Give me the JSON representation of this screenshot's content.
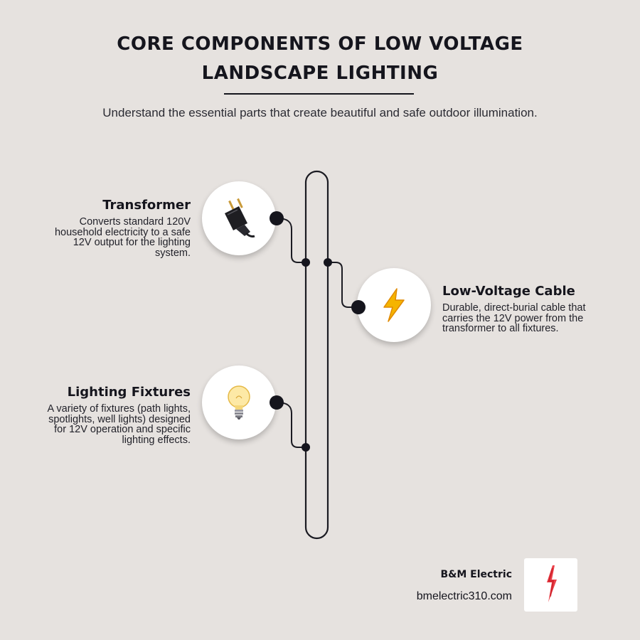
{
  "header": {
    "title_line1": "CORE COMPONENTS OF LOW VOLTAGE",
    "title_line2": "LANDSCAPE LIGHTING",
    "subtitle": "Understand the essential parts that create beautiful and safe outdoor illumination."
  },
  "components": {
    "transformer": {
      "title": "Transformer",
      "description": "Converts standard 120V household electricity to a safe 12V output for the lighting system.",
      "icon": "plug-icon"
    },
    "cable": {
      "title": "Low-Voltage Cable",
      "description": "Durable, direct-burial cable that carries the 12V power from the transformer to all fixtures.",
      "icon": "lightning-icon"
    },
    "fixtures": {
      "title": "Lighting Fixtures",
      "description": "A variety of fixtures (path lights, spotlights, well lights) designed for 12V operation and specific lighting effects.",
      "icon": "light-bulb-icon"
    }
  },
  "footer": {
    "company": "B&M Electric",
    "url": "bmelectric310.com",
    "logo_icon": "lightning-logo-icon"
  },
  "colors": {
    "background": "#e6e2df",
    "text": "#15151d",
    "lightning": "#f5b400",
    "logo_red": "#e8202a"
  }
}
